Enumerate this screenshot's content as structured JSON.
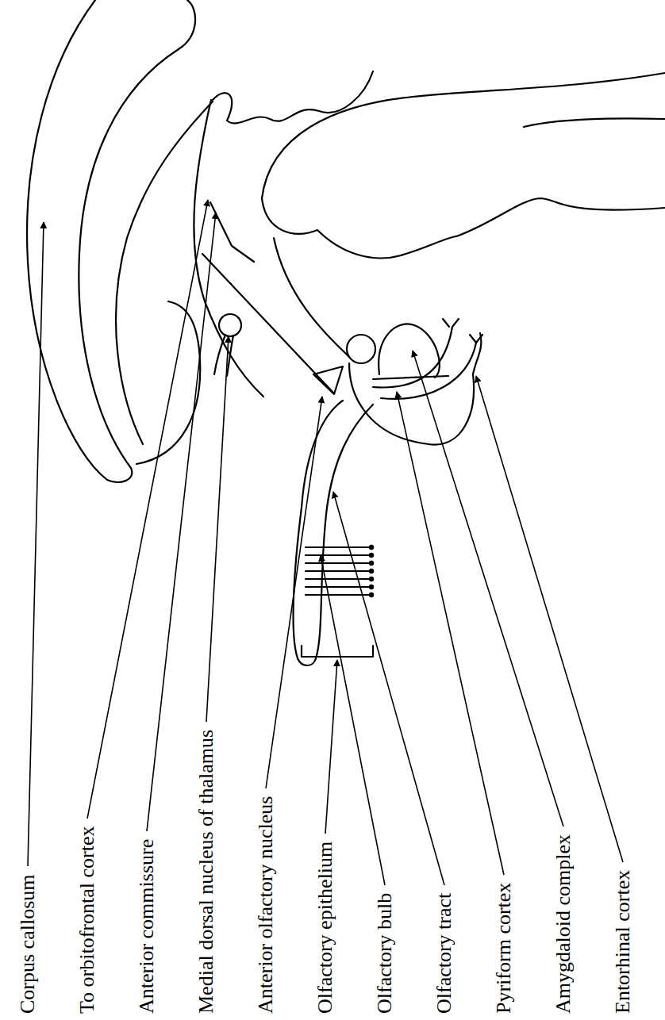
{
  "diagram": {
    "labels": [
      "Corpus callosum",
      "To orbitofrontal cortex",
      "Anterior commissure",
      "Medial dorsal nucleus of thalamus",
      "Anterior olfactory nucleus",
      "Olfactory epithelium",
      "Olfactory bulb",
      "Olfactory tract",
      "Pyriform cortex",
      "Amygdaloid complex",
      "Entorhinal cortex"
    ]
  }
}
